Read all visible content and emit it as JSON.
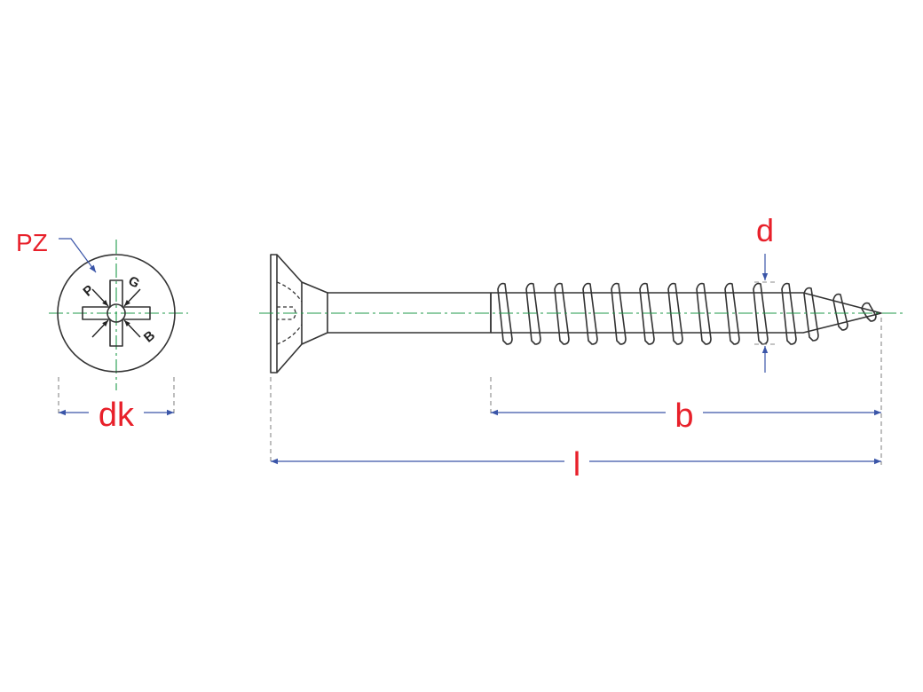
{
  "labels": {
    "drive": "PZ",
    "head_diameter": "dk",
    "thread_diameter": "d",
    "thread_length": "b",
    "length": "l"
  },
  "drive_marks": {
    "p": "P",
    "g": "G",
    "b": "B"
  },
  "colors": {
    "label": "#e8202a",
    "dimension": "#3a55a8",
    "centerline": "#1f9a4a",
    "outline": "#333333"
  }
}
